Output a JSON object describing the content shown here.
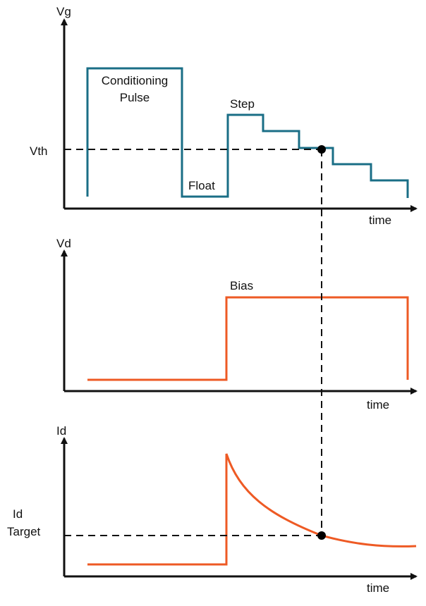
{
  "panels": {
    "vg": {
      "axis_label": "Vg",
      "x_label": "time",
      "threshold_label": "Vth",
      "annotations": {
        "conditioning_line1": "Conditioning",
        "conditioning_line2": "Pulse",
        "float": "Float",
        "step": "Step"
      }
    },
    "vd": {
      "axis_label": "Vd",
      "x_label": "time",
      "annotations": {
        "bias": "Bias"
      }
    },
    "id": {
      "axis_label": "Id",
      "x_label": "time",
      "target_line1": "Id",
      "target_line2": "Target"
    }
  },
  "colors": {
    "vg_trace": "#1a6e86",
    "vd_trace": "#ee5a24",
    "id_trace": "#ee5a24",
    "axis": "#111111",
    "marker": "#000000"
  }
}
